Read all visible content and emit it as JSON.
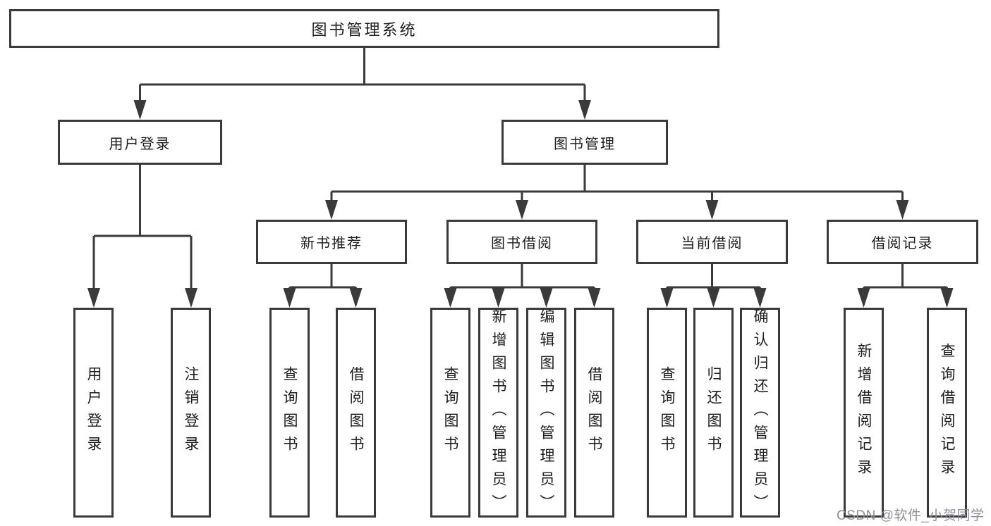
{
  "diagram": {
    "title": "图书管理系统",
    "nodes": {
      "root": "图书管理系统",
      "level2": [
        "用户登录",
        "图书管理"
      ],
      "level3": [
        "新书推荐",
        "图书借阅",
        "当前借阅",
        "借阅记录"
      ],
      "leaves": [
        "用户登录",
        "注销登录",
        "查询图书",
        "借阅图书",
        "查询图书",
        "新增图书（管理员）",
        "编辑图书（管理员）",
        "借阅图书",
        "查询图书",
        "归还图书",
        "确认归还（管理员）",
        "新增借阅记录",
        "查询借阅记录"
      ]
    },
    "hierarchy": {
      "图书管理系统": [
        "用户登录",
        "图书管理"
      ],
      "用户登录": [
        "用户登录",
        "注销登录"
      ],
      "图书管理": [
        "新书推荐",
        "图书借阅",
        "当前借阅",
        "借阅记录"
      ],
      "新书推荐": [
        "查询图书",
        "借阅图书"
      ],
      "图书借阅": [
        "查询图书",
        "新增图书（管理员）",
        "编辑图书（管理员）",
        "借阅图书"
      ],
      "当前借阅": [
        "查询图书",
        "归还图书",
        "确认归还（管理员）"
      ],
      "借阅记录": [
        "新增借阅记录",
        "查询借阅记录"
      ]
    }
  },
  "watermark": "CSDN @软件_小贺同学",
  "colors": {
    "background": "#ffffff",
    "box_border": "#3a3a3a",
    "connector_line": "#3a3a3a",
    "text": "#1d1d1d",
    "watermark_text": "#90909a"
  }
}
